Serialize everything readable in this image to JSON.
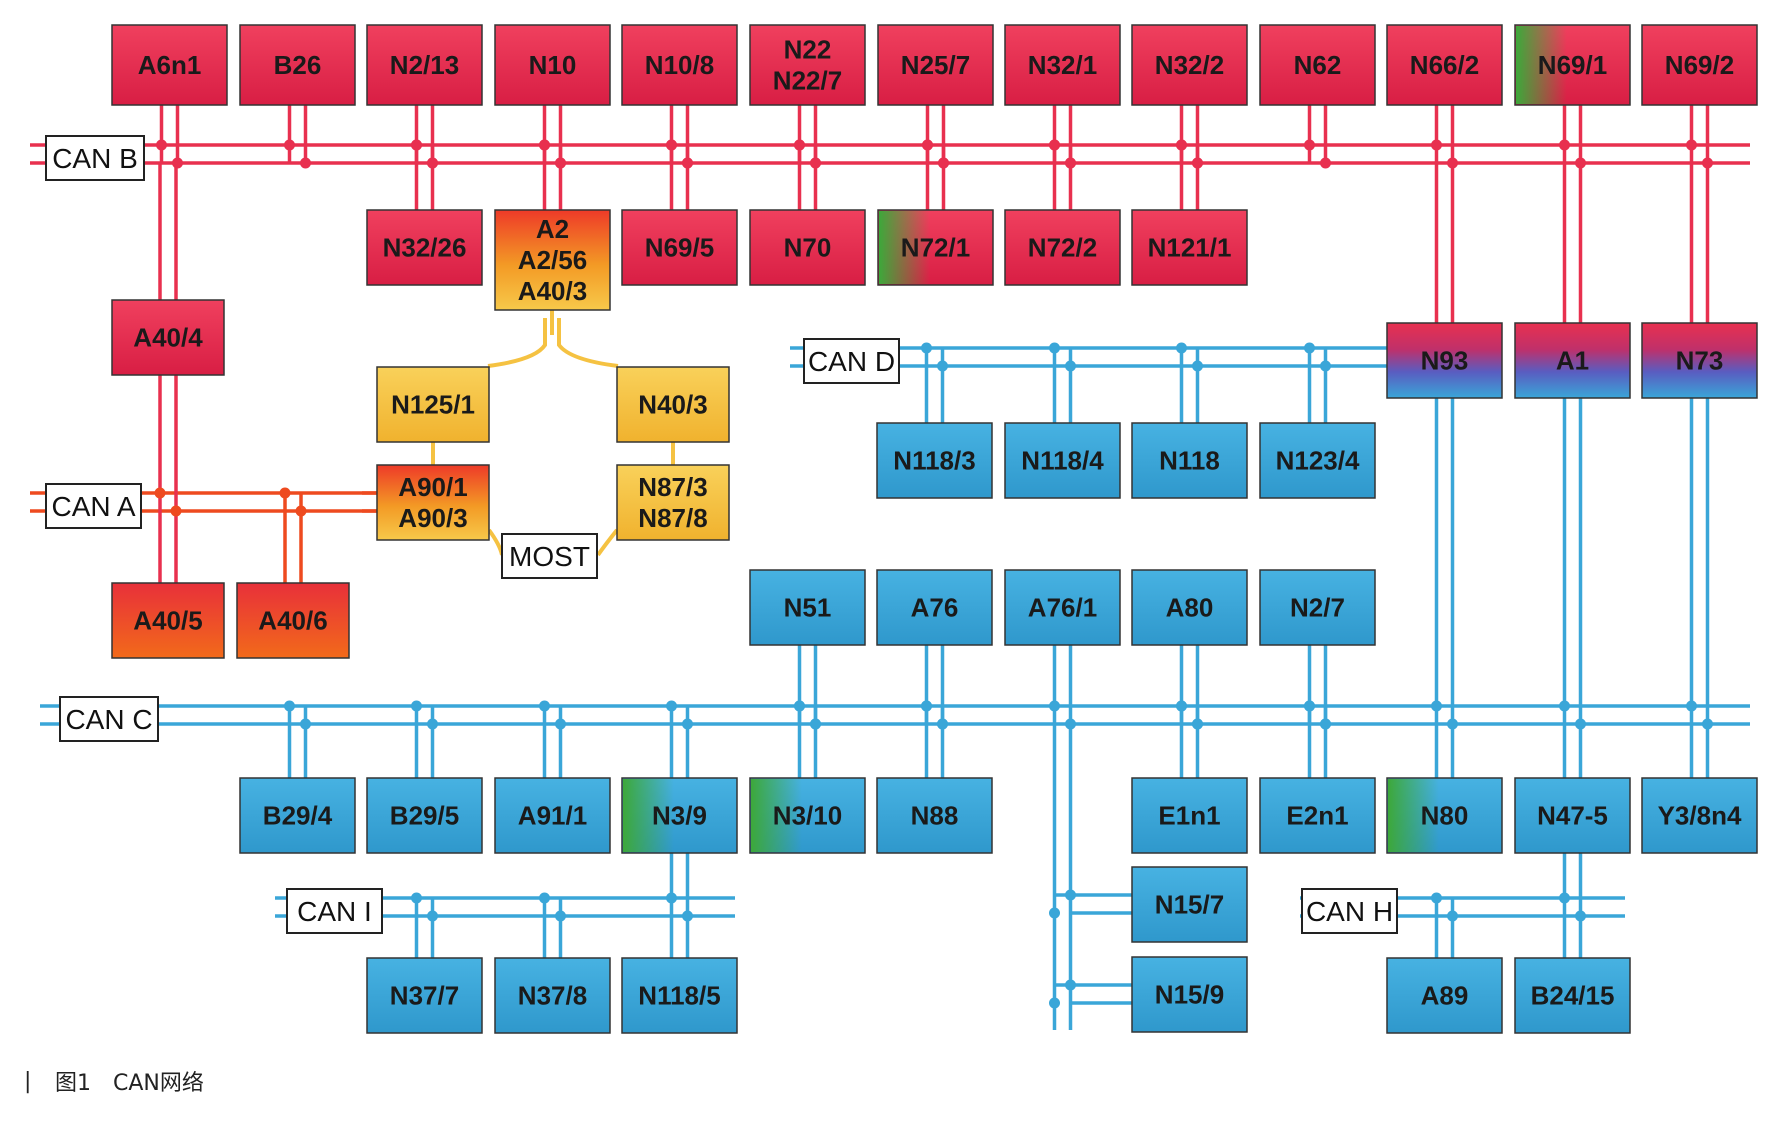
{
  "caption": "图1　CAN网络",
  "colors": {
    "red": "#e8304f",
    "blue": "#3aa6d8",
    "yellow": "#f5c242",
    "orange": "#ee4a1f",
    "green": "#4caf3f"
  },
  "buses": [
    {
      "id": "can-b",
      "label": "CAN B"
    },
    {
      "id": "can-a",
      "label": "CAN A"
    },
    {
      "id": "can-d",
      "label": "CAN D"
    },
    {
      "id": "can-c",
      "label": "CAN C"
    },
    {
      "id": "can-i",
      "label": "CAN I"
    },
    {
      "id": "can-h",
      "label": "CAN H"
    },
    {
      "id": "most",
      "label": "MOST"
    }
  ],
  "nodes": [
    {
      "label": "A6n1",
      "fill": "red"
    },
    {
      "label": "B26",
      "fill": "red"
    },
    {
      "label": "N2/13",
      "fill": "red"
    },
    {
      "label": "N10",
      "fill": "red"
    },
    {
      "label": "N10/8",
      "fill": "red"
    },
    {
      "label": "N22\nN22/7",
      "fill": "red"
    },
    {
      "label": "N25/7",
      "fill": "red"
    },
    {
      "label": "N32/1",
      "fill": "red"
    },
    {
      "label": "N32/2",
      "fill": "red"
    },
    {
      "label": "N62",
      "fill": "red"
    },
    {
      "label": "N66/2",
      "fill": "red"
    },
    {
      "label": "N69/1",
      "fill": "red",
      "accent": "green-left"
    },
    {
      "label": "N69/2",
      "fill": "red"
    },
    {
      "label": "N32/26",
      "fill": "red"
    },
    {
      "label": "A2\nA2/56\nA40/3",
      "fill": "orange-yellow"
    },
    {
      "label": "N69/5",
      "fill": "red"
    },
    {
      "label": "N70",
      "fill": "red"
    },
    {
      "label": "N72/1",
      "fill": "red",
      "accent": "green-left"
    },
    {
      "label": "N72/2",
      "fill": "red"
    },
    {
      "label": "N121/1",
      "fill": "red"
    },
    {
      "label": "A40/4",
      "fill": "red"
    },
    {
      "label": "N125/1",
      "fill": "yellow"
    },
    {
      "label": "N40/3",
      "fill": "yellow"
    },
    {
      "label": "A90/1\nA90/3",
      "fill": "orange-yellow"
    },
    {
      "label": "N87/3\nN87/8",
      "fill": "yellow"
    },
    {
      "label": "A40/5",
      "fill": "orange"
    },
    {
      "label": "A40/6",
      "fill": "orange"
    },
    {
      "label": "N93",
      "fill": "red-blue"
    },
    {
      "label": "A1",
      "fill": "red-blue"
    },
    {
      "label": "N73",
      "fill": "red-blue"
    },
    {
      "label": "N118/3",
      "fill": "blue"
    },
    {
      "label": "N118/4",
      "fill": "blue"
    },
    {
      "label": "N118",
      "fill": "blue"
    },
    {
      "label": "N123/4",
      "fill": "blue"
    },
    {
      "label": "N51",
      "fill": "blue"
    },
    {
      "label": "A76",
      "fill": "blue"
    },
    {
      "label": "A76/1",
      "fill": "blue"
    },
    {
      "label": "A80",
      "fill": "blue"
    },
    {
      "label": "N2/7",
      "fill": "blue"
    },
    {
      "label": "B29/4",
      "fill": "blue"
    },
    {
      "label": "B29/5",
      "fill": "blue"
    },
    {
      "label": "A91/1",
      "fill": "blue"
    },
    {
      "label": "N3/9",
      "fill": "blue",
      "accent": "green-left"
    },
    {
      "label": "N3/10",
      "fill": "blue",
      "accent": "green-left"
    },
    {
      "label": "N88",
      "fill": "blue"
    },
    {
      "label": "E1n1",
      "fill": "blue"
    },
    {
      "label": "E2n1",
      "fill": "blue"
    },
    {
      "label": "N80",
      "fill": "blue",
      "accent": "green-left"
    },
    {
      "label": "N47-5",
      "fill": "blue"
    },
    {
      "label": "Y3/8n4",
      "fill": "blue"
    },
    {
      "label": "N37/7",
      "fill": "blue"
    },
    {
      "label": "N37/8",
      "fill": "blue"
    },
    {
      "label": "N118/5",
      "fill": "blue"
    },
    {
      "label": "N15/7",
      "fill": "blue"
    },
    {
      "label": "N15/9",
      "fill": "blue"
    },
    {
      "label": "A89",
      "fill": "blue"
    },
    {
      "label": "B24/15",
      "fill": "blue"
    }
  ]
}
